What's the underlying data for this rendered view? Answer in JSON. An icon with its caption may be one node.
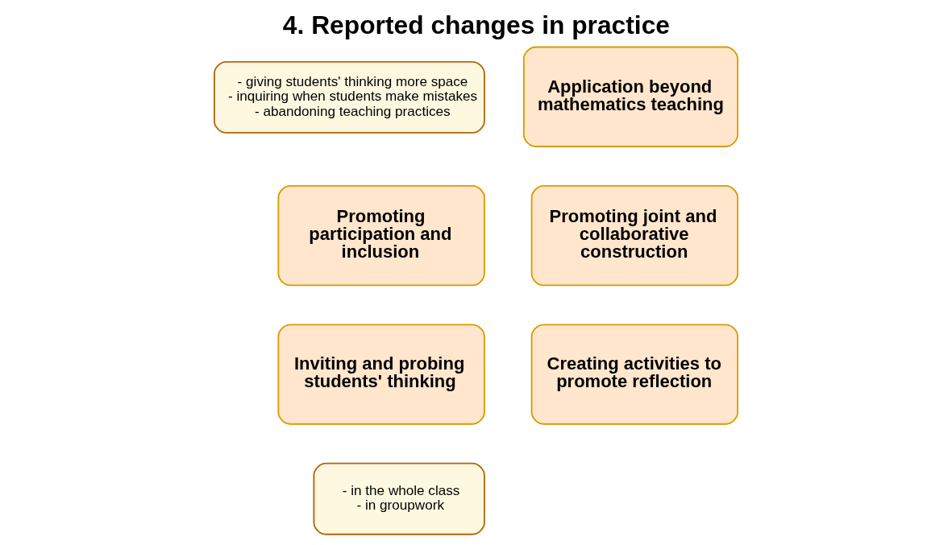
{
  "diagram": {
    "title": "4. Reported changes in practice",
    "nodes": [
      {
        "text": [
          "Promoting participation and inclusion"
        ]
      },
      {
        "text": [
          "Promoting joint and collaborative construction"
        ]
      },
      {
        "text": [
          "- in the whole class",
          "- in groupwork"
        ]
      },
      {
        "text": [
          "Inviting and probing students' thinking"
        ]
      },
      {
        "text": [
          "- giving students' thinking more space",
          "- inquiring when students make mistakes",
          "- abandoning teaching practices"
        ]
      },
      {
        "text": [
          "Creating activities to promote reflection"
        ]
      },
      {
        "text": [
          "Application beyond mathematics teaching"
        ]
      }
    ]
  }
}
